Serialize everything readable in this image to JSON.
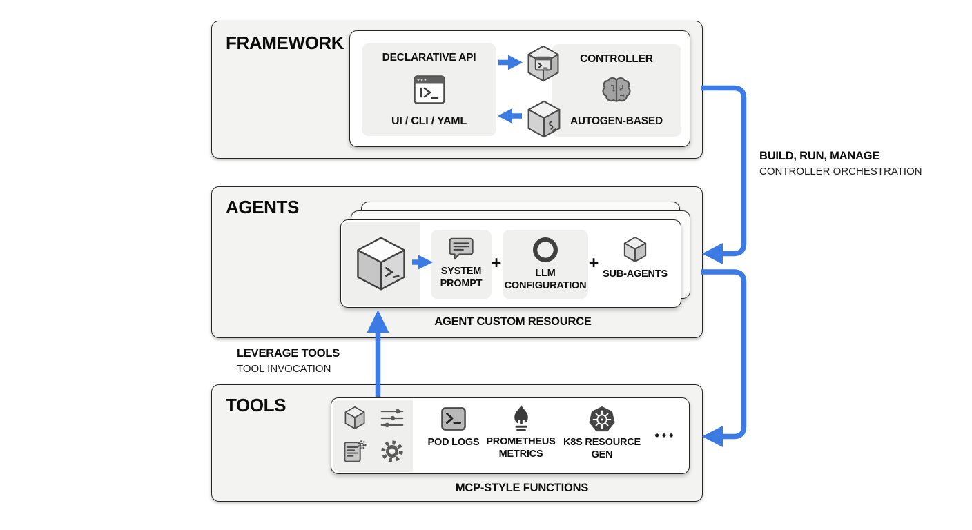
{
  "colors": {
    "accent": "#3c7ae4",
    "box_background": "#f3f3f2",
    "border": "#262626"
  },
  "framework": {
    "label": "FRAMEWORK",
    "declarative_api": {
      "title": "DECLARATIVE API",
      "icon": "terminal-window-icon",
      "subtitle": "UI / CLI / YAML"
    },
    "flow_icons": {
      "to_controller": "cube-terminal-icon",
      "to_api": "cube-script-icon"
    },
    "controller": {
      "title": "CONTROLLER",
      "icon": "brain-icon",
      "subtitle": "AUTOGEN-BASED"
    }
  },
  "agents": {
    "label": "AGENTS",
    "caption": "AGENT CUSTOM RESOURCE",
    "agent_icon": "agent-cube-icon",
    "plus": "+",
    "components": [
      {
        "label": "SYSTEM PROMPT",
        "icon": "speech-bubble-icon"
      },
      {
        "label": "LLM CONFIGURATION",
        "icon": "openai-icon"
      },
      {
        "label": "SUB-AGENTS",
        "icon": "cube-icon"
      }
    ]
  },
  "tools": {
    "label": "TOOLS",
    "caption": "MCP-STYLE FUNCTIONS",
    "toolbox_icons": [
      "cube-icon",
      "sliders-icon",
      "doc-gear-icon",
      "gear-icon"
    ],
    "functions": [
      {
        "label": "POD LOGS",
        "icon": "terminal-square-icon"
      },
      {
        "label": "PROMETHEUS METRICS",
        "icon": "prometheus-flame-icon"
      },
      {
        "label": "K8S RESOURCE GEN",
        "icon": "kubernetes-icon"
      }
    ],
    "more": "•••"
  },
  "edges": {
    "build_run_manage": {
      "title": "BUILD, RUN, MANAGE",
      "subtitle": "CONTROLLER ORCHESTRATION"
    },
    "leverage_tools": {
      "title": "LEVERAGE TOOLS",
      "subtitle": "TOOL INVOCATION"
    }
  }
}
